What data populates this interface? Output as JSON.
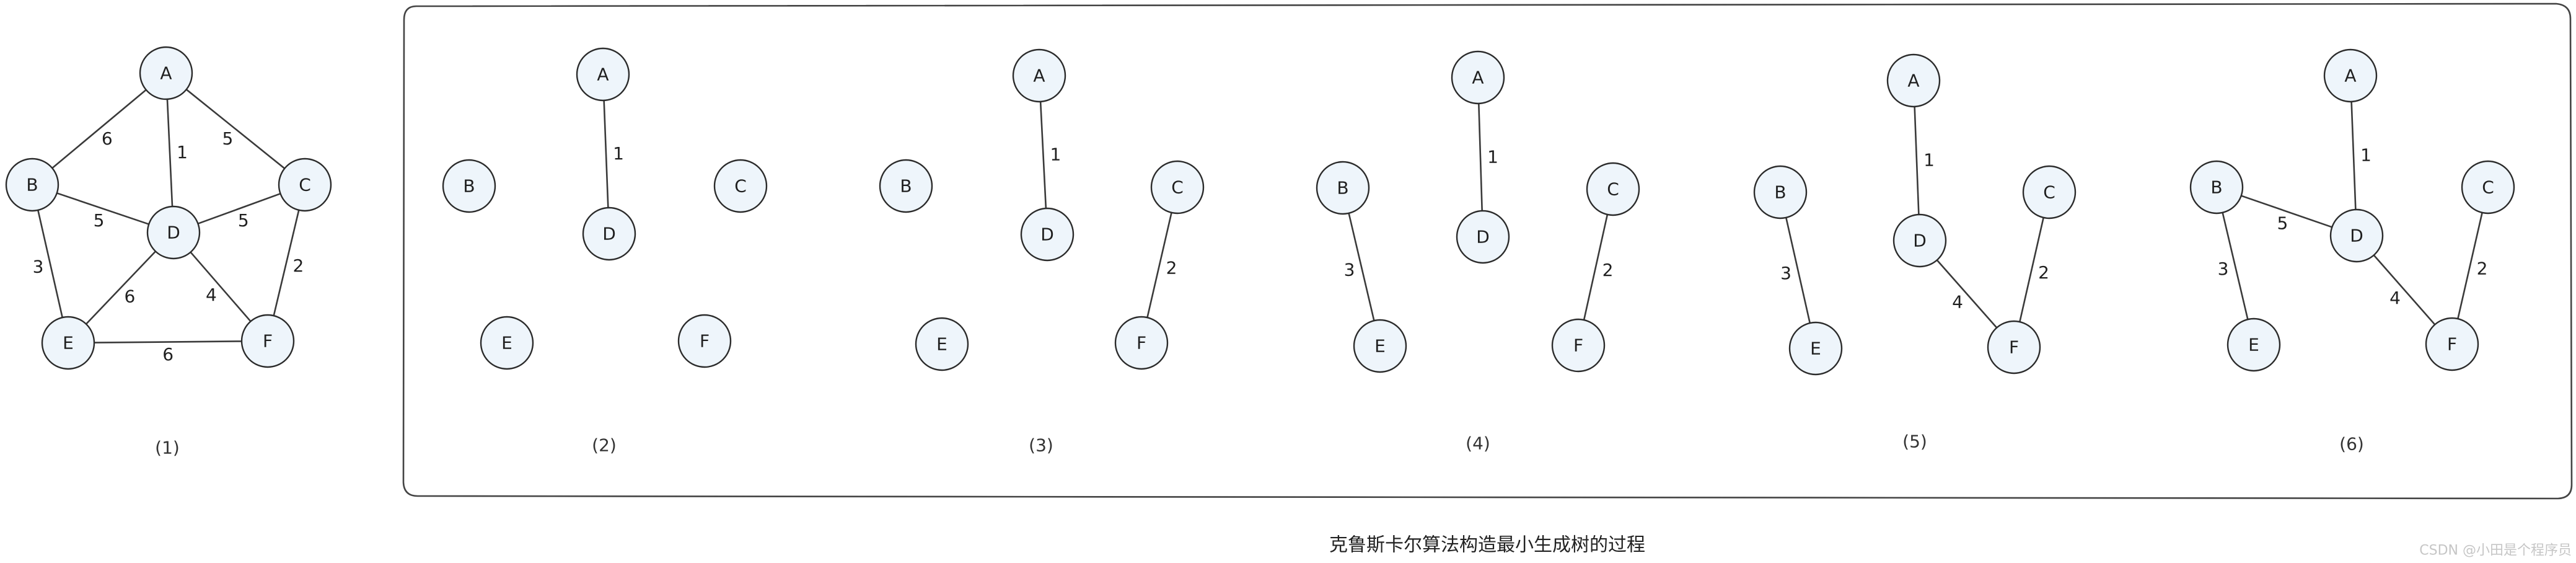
{
  "caption": "克鲁斯卡尔算法构造最小生成树的过程",
  "watermark": "CSDN @小田是个程序员",
  "colors": {
    "node_fill": "#eef5fb",
    "stroke": "#2b2b2b"
  },
  "graphs": [
    {
      "id": "1",
      "label": "(1)",
      "nodes": [
        "A",
        "B",
        "C",
        "D",
        "E",
        "F"
      ],
      "edges": [
        {
          "from": "A",
          "to": "B",
          "weight": "6"
        },
        {
          "from": "A",
          "to": "C",
          "weight": "5"
        },
        {
          "from": "A",
          "to": "D",
          "weight": "1"
        },
        {
          "from": "B",
          "to": "D",
          "weight": "5"
        },
        {
          "from": "C",
          "to": "D",
          "weight": "5"
        },
        {
          "from": "B",
          "to": "E",
          "weight": "3"
        },
        {
          "from": "D",
          "to": "E",
          "weight": "6"
        },
        {
          "from": "D",
          "to": "F",
          "weight": "4"
        },
        {
          "from": "C",
          "to": "F",
          "weight": "2"
        },
        {
          "from": "E",
          "to": "F",
          "weight": "6"
        }
      ]
    },
    {
      "id": "2",
      "label": "(2)",
      "nodes": [
        "A",
        "B",
        "C",
        "D",
        "E",
        "F"
      ],
      "edges": [
        {
          "from": "A",
          "to": "D",
          "weight": "1"
        }
      ]
    },
    {
      "id": "3",
      "label": "(3)",
      "nodes": [
        "A",
        "B",
        "C",
        "D",
        "E",
        "F"
      ],
      "edges": [
        {
          "from": "A",
          "to": "D",
          "weight": "1"
        },
        {
          "from": "C",
          "to": "F",
          "weight": "2"
        }
      ]
    },
    {
      "id": "4",
      "label": "(4)",
      "nodes": [
        "A",
        "B",
        "C",
        "D",
        "E",
        "F"
      ],
      "edges": [
        {
          "from": "A",
          "to": "D",
          "weight": "1"
        },
        {
          "from": "C",
          "to": "F",
          "weight": "2"
        },
        {
          "from": "B",
          "to": "E",
          "weight": "3"
        }
      ]
    },
    {
      "id": "5",
      "label": "(5)",
      "nodes": [
        "A",
        "B",
        "C",
        "D",
        "E",
        "F"
      ],
      "edges": [
        {
          "from": "A",
          "to": "D",
          "weight": "1"
        },
        {
          "from": "C",
          "to": "F",
          "weight": "2"
        },
        {
          "from": "B",
          "to": "E",
          "weight": "3"
        },
        {
          "from": "D",
          "to": "F",
          "weight": "4"
        }
      ]
    },
    {
      "id": "6",
      "label": "(6)",
      "nodes": [
        "A",
        "B",
        "C",
        "D",
        "E",
        "F"
      ],
      "edges": [
        {
          "from": "A",
          "to": "D",
          "weight": "1"
        },
        {
          "from": "C",
          "to": "F",
          "weight": "2"
        },
        {
          "from": "B",
          "to": "E",
          "weight": "3"
        },
        {
          "from": "D",
          "to": "F",
          "weight": "4"
        },
        {
          "from": "B",
          "to": "D",
          "weight": "5"
        }
      ]
    }
  ]
}
